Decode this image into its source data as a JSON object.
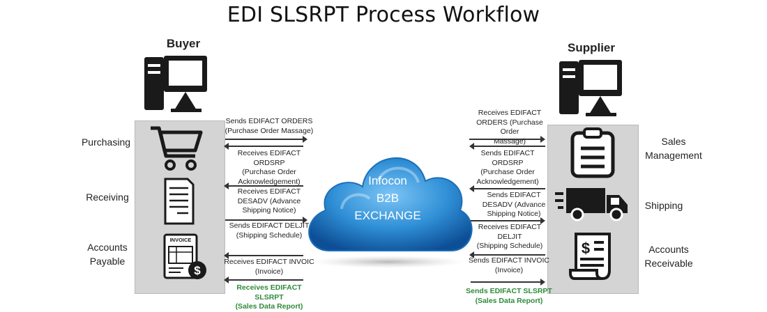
{
  "title": "EDI SLSRPT Process Workflow",
  "buyer": {
    "label": "Buyer",
    "departments": [
      "Purchasing",
      "Receiving",
      "Accounts",
      "Payable"
    ]
  },
  "supplier": {
    "label": "Supplier",
    "departments": [
      "Sales",
      "Management",
      "Shipping",
      "Accounts",
      "Receivable"
    ]
  },
  "cloud": {
    "line1": "Infocon",
    "line2": "B2B",
    "line3": "EXCHANGE"
  },
  "invoice_label": "INVOICE",
  "buyer_messages": [
    {
      "l1": "Sends EDIFACT ORDERS",
      "l2": "(Purchase Order Massage)",
      "l3": ""
    },
    {
      "l1": "Receives EDIFACT ORDSRP",
      "l2": "(Purchase Order",
      "l3": "Acknowledgement)"
    },
    {
      "l1": "Receives EDIFACT",
      "l2": "DESADV (Advance",
      "l3": "Shipping Notice)"
    },
    {
      "l1": "Sends EDIFACT DELJIT",
      "l2": "(Shipping Schedule)",
      "l3": ""
    },
    {
      "l1": "Receives EDIFACT INVOIC",
      "l2": "(Invoice)",
      "l3": ""
    },
    {
      "l1": "Receives EDIFACT SLSRPT",
      "l2": "(Sales Data Report)",
      "l3": ""
    }
  ],
  "supplier_messages": [
    {
      "l1": "Receives EDIFACT",
      "l2": "ORDERS (Purchase Order",
      "l3": "Massage)"
    },
    {
      "l1": "Sends EDIFACT ORDSRP",
      "l2": "(Purchase Order",
      "l3": "Acknowledgement)"
    },
    {
      "l1": "Sends EDIFACT",
      "l2": "DESADV (Advance",
      "l3": "Shipping Notice)"
    },
    {
      "l1": "Receives EDIFACT DELJIT",
      "l2": "(Shipping Schedule)",
      "l3": ""
    },
    {
      "l1": "Sends EDIFACT INVOIC",
      "l2": "(Invoice)",
      "l3": ""
    },
    {
      "l1": "Sends EDIFACT SLSRPT",
      "l2": "(Sales Data Report)",
      "l3": ""
    }
  ],
  "colors": {
    "cloud_blue": "#2f8fd6",
    "green_text": "#2e8b3a",
    "panel_gray": "#d4d4d4"
  }
}
